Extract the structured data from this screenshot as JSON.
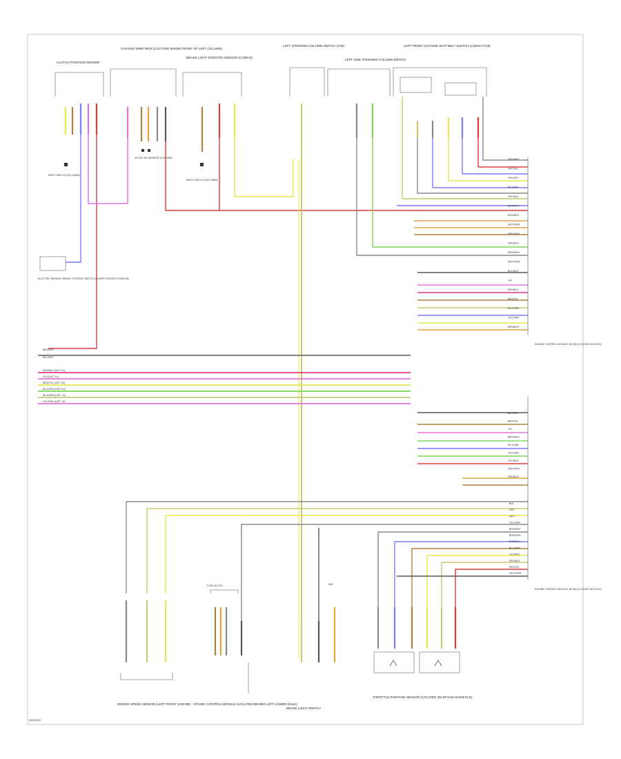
{
  "footer_code": "W0000000",
  "colors": {
    "red": "#e03a3a",
    "pink": "#e6398a",
    "magenta": "#e070e0",
    "blue": "#7a7aff",
    "yellow": "#e6e64a",
    "olive": "#c8c870",
    "green": "#7ad65a",
    "brown": "#b08040",
    "orange": "#e6a040",
    "black": "#555555",
    "gray": "#a0a0a0",
    "lavender": "#b0a8ff"
  },
  "components": {
    "top1": "CLUTCH POSITION SENSOR",
    "top2": "CHASSIS WIRE RING (LOCATED INSIDE FRONT OF LEFT COLUMN)",
    "top3": "BRAKE LIGHT POSITION SENSOR (CONN 5)",
    "top4": "LEFT STEERING COLUMN SWITCH (A29)",
    "top5": "LEFT SIDE STEERING COLUMN SWITCH",
    "top6": "LEFT FRONT OUTSIDE SEAT BELT SWITCH (CONN A7/A8)",
    "ground1": "BODY GND G13 (IN CABIN)",
    "ground2": "BODY GND G14 (IN CABIN)",
    "splice1": "SPLICE IN HARNESS (COLUMN)",
    "elec": "ELECTRIC PARKING BRAKE CONTROL SWITCH (LOWER CENTER CONSOLE)",
    "ecm1": "ENGINE CONTROL MODULE (ECM) (LOCATED IN E-BOX)",
    "ecm2": "ENGINE CONTROL MODULE (ECM) (LOCATED IN E-BOX)",
    "bottom1": "ENGINE SPEED SENSOR (LEFT FRONT ENGINE)",
    "bottom2": "CRUISE CONTROL MODULE (LOCATED BEHIND LEFT LOWER DASH)",
    "bottom3": "BRAKE LIGHT SWITCH",
    "bottom4": "THROTTLE POSITION SENSOR (LOCATED ON INTAKE MANIFOLD)",
    "fuse": "FUSE BLOCK",
    "gnd_small": "GND"
  },
  "wires_left": [
    {
      "label": "BRN/RED",
      "color": "red"
    },
    {
      "label": "BLK/WHT",
      "color": "black"
    },
    {
      "label": "BRN/BLU (UNT 3,4)",
      "color": "pink"
    },
    {
      "label": "VIO (UNT 3,4)",
      "color": "magenta"
    },
    {
      "label": "BRN/YEL (UNT 5,6)",
      "color": "yellow"
    },
    {
      "label": "BLU/GRN (UNT 5,6)",
      "color": "green"
    },
    {
      "label": "BLU/GRN (UNT 7,8)",
      "color": "olive"
    },
    {
      "label": "YEL/GRN (UNT 7,8)",
      "color": "magenta"
    }
  ],
  "wires_right_top": [
    "GRY/WHT",
    "GRY/YEL",
    "YEL/GRY",
    "BLU/GRY",
    "GRY/BLK",
    "BRN/WHT",
    "BRN/RED",
    "WHT/GRN",
    "ORG/WHT",
    "ORG/BLK",
    "BRN/GRN",
    "WHT/GRN",
    "BLK/WHT",
    "VIO",
    "BRN/BLU",
    "BRN/YEL",
    "BLU/GRN",
    "YEL/GRN",
    "BRN/WHT"
  ],
  "wires_right_mid": [
    "BLK/WHT",
    "BRN/YEL",
    "VIO",
    "BRN/GRN",
    "BLU/GRN",
    "YEL/GRN",
    "YEL/RED",
    "ORG/WHT",
    "ORG/BLK"
  ],
  "wires_right_bot": [
    "BLK",
    "GRY",
    "WHT",
    "YEL/GRN",
    "BRN/WHT",
    "BRN/GRN",
    "BRN/BLU",
    "BLU/GRN",
    "YEL/RED",
    "RED/BLK",
    "RED/YEL",
    "WHT/GRN"
  ]
}
